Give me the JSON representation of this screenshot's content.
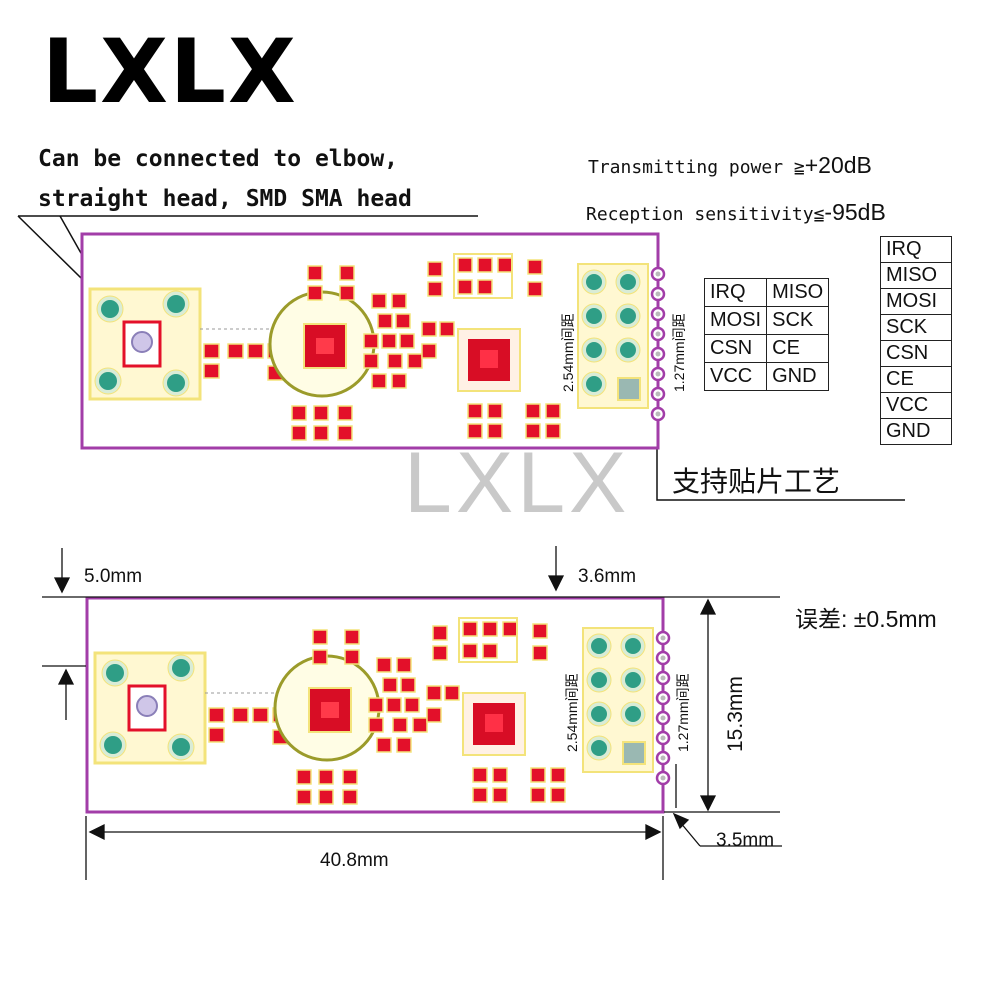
{
  "brand": "LXLX",
  "watermark": "LXLX",
  "connector_note": {
    "line1": "Can be connected to elbow,",
    "line2": "straight head, SMD SMA head"
  },
  "specs": {
    "tx_label": "Transmitting power ≧",
    "tx_value": "+20dB",
    "rx_label": "Reception sensitivity≦",
    "rx_value": "-95dB"
  },
  "pin_table": [
    [
      "IRQ",
      "MISO"
    ],
    [
      "MOSI",
      "SCK"
    ],
    [
      "CSN",
      "CE"
    ],
    [
      "VCC",
      "GND"
    ]
  ],
  "pin_list": [
    "IRQ",
    "MISO",
    "MOSI",
    "SCK",
    "CSN",
    "CE",
    "VCC",
    "GND"
  ],
  "smd_note": "支持贴片工艺",
  "pitch_labels": {
    "p254": "2.54mm间距",
    "p127": "1.27mm间距"
  },
  "dimensions": {
    "top_offset": "5.0mm",
    "right_offset": "3.6mm",
    "height": "15.3mm",
    "width": "40.8mm",
    "pin_offset": "3.5mm",
    "tolerance": "误差: ±0.5mm"
  },
  "colors": {
    "board_outline": "#a23da8",
    "pad_red": "#e3102a",
    "silk_yellow": "#f3e37a",
    "via_teal": "#2f9e86",
    "chip_red": "#d80d25"
  }
}
